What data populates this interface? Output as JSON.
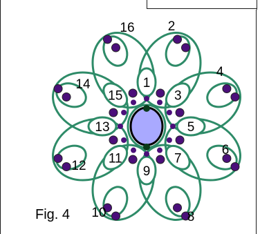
{
  "figure": {
    "caption": "Fig. 4",
    "petal_labels": [
      "1",
      "3",
      "5",
      "7",
      "9",
      "11",
      "13",
      "15"
    ],
    "outer_labels": [
      "2",
      "4",
      "6",
      "8",
      "10",
      "12",
      "14",
      "16"
    ]
  },
  "colors": {
    "thread": "#2e8b68",
    "bead": "#4b0f7a",
    "center_fill": "#a9a9ff",
    "outline": "#000000"
  }
}
